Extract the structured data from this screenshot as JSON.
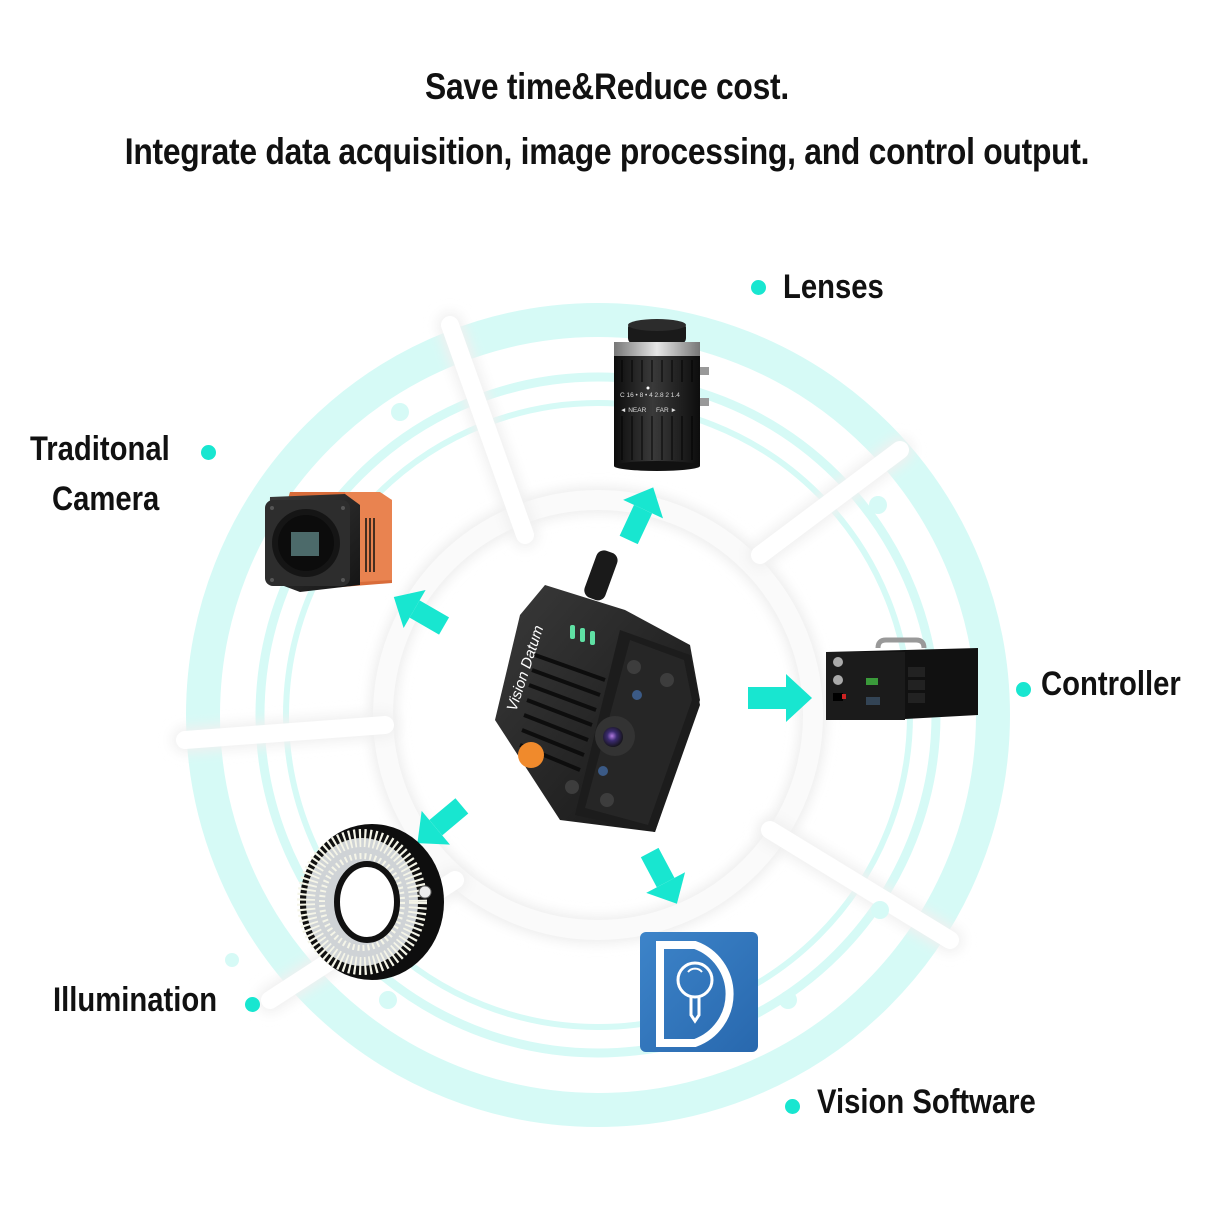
{
  "header": {
    "line1": "Save time&Reduce cost.",
    "line2": "Integrate data acquisition, image processing, and control output."
  },
  "center_device": {
    "name": "Smart camera",
    "brand_text": "Vision Datum"
  },
  "components": [
    {
      "id": "lenses",
      "label": "Lenses"
    },
    {
      "id": "traditional-camera",
      "label_line1": "Traditonal",
      "label_line2": "Camera"
    },
    {
      "id": "controller",
      "label": "Controller"
    },
    {
      "id": "illumination",
      "label": "Illumination"
    },
    {
      "id": "vision-software",
      "label": "Vision Software"
    }
  ],
  "lens_markings": {
    "aperture_scale": "C 16 • 8 • 4  2.8  2  1.4",
    "focus_near": "◄ NEAR",
    "focus_far": "FAR ►"
  },
  "colors": {
    "accent": "#18e6d0",
    "ring_fill": "#d6faf6",
    "software_blue": "#2f74bd",
    "camera_orange": "#e0703c",
    "text": "#111111"
  }
}
